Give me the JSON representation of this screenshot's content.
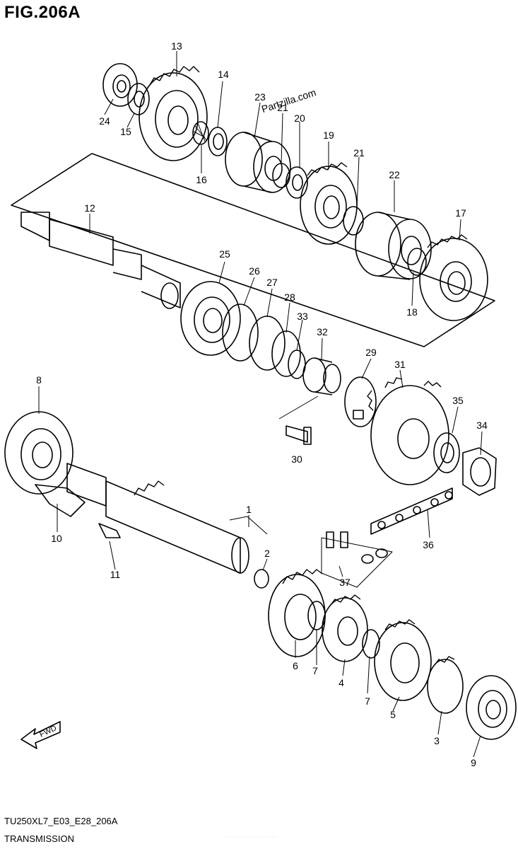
{
  "header": {
    "figure_title": "FIG.206A"
  },
  "footer": {
    "model_code": "TU250XL7_E03_E28_206A",
    "section": "TRANSMISSION",
    "faint_text": "· · · · · · · · · · · · · · · · ·"
  },
  "watermark": "Partzilla.com",
  "fwd_label": "FWD",
  "part_numbers": [
    "1",
    "2",
    "3",
    "4",
    "5",
    "6",
    "7",
    "7",
    "8",
    "9",
    "10",
    "11",
    "12",
    "13",
    "14",
    "15",
    "16",
    "17",
    "18",
    "19",
    "20",
    "21",
    "21",
    "22",
    "23",
    "24",
    "25",
    "26",
    "27",
    "28",
    "29",
    "30",
    "31",
    "32",
    "33",
    "34",
    "35",
    "36",
    "37"
  ]
}
